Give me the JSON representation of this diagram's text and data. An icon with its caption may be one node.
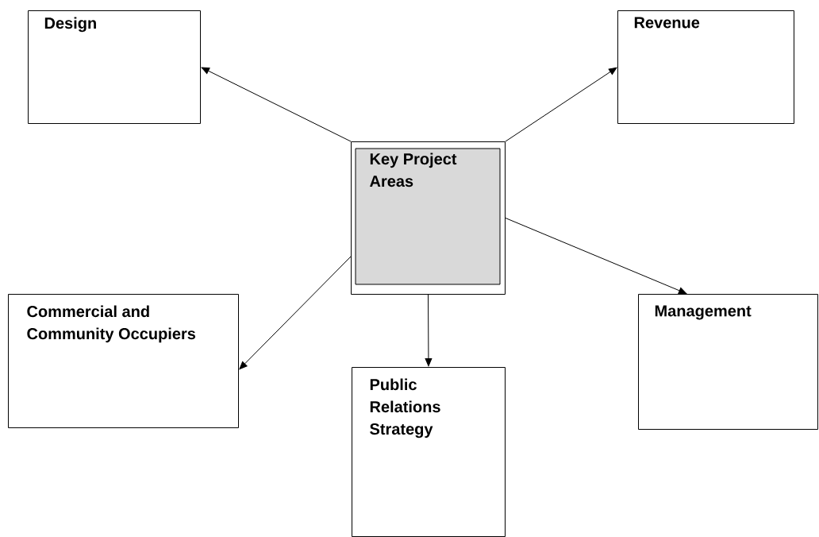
{
  "diagram": {
    "nodes": [
      {
        "text": [
          "Design"
        ]
      },
      {
        "text": [
          "Revenue"
        ]
      },
      {
        "text": [
          "Key Project Areas"
        ]
      },
      {
        "text": [
          "Commercial and Community Occupiers"
        ]
      },
      {
        "text": [
          "Management"
        ]
      },
      {
        "text": [
          "Public Relations Strategy"
        ]
      }
    ],
    "edges": [
      {
        "from": 2,
        "to": 0,
        "arrow": "to"
      },
      {
        "from": 2,
        "to": 1,
        "arrow": "to"
      },
      {
        "from": 2,
        "to": 3,
        "arrow": "to"
      },
      {
        "from": 2,
        "to": 4,
        "arrow": "to"
      },
      {
        "from": 2,
        "to": 5,
        "arrow": "to"
      }
    ]
  }
}
